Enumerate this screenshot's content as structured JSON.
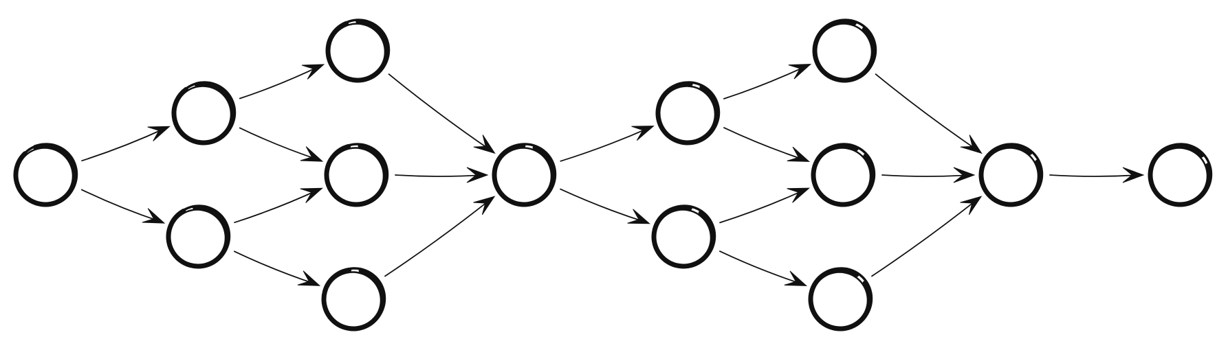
{
  "diagram": {
    "type": "directed-graph",
    "style": "hand-drawn",
    "colors": {
      "ink": "#111111",
      "background": "#ffffff"
    },
    "nodes": [
      {
        "id": "n1"
      },
      {
        "id": "n2"
      },
      {
        "id": "n3"
      },
      {
        "id": "n4"
      },
      {
        "id": "n5"
      },
      {
        "id": "n6"
      },
      {
        "id": "n7"
      },
      {
        "id": "n8"
      },
      {
        "id": "n9"
      },
      {
        "id": "n10"
      },
      {
        "id": "n11"
      },
      {
        "id": "n12"
      },
      {
        "id": "n13"
      },
      {
        "id": "n14"
      },
      {
        "id": "n15"
      }
    ],
    "edges": [
      {
        "from": "n1",
        "to": "n2"
      },
      {
        "from": "n1",
        "to": "n3"
      },
      {
        "from": "n2",
        "to": "n4"
      },
      {
        "from": "n2",
        "to": "n5"
      },
      {
        "from": "n3",
        "to": "n5"
      },
      {
        "from": "n3",
        "to": "n6"
      },
      {
        "from": "n4",
        "to": "n7"
      },
      {
        "from": "n5",
        "to": "n7"
      },
      {
        "from": "n6",
        "to": "n7"
      },
      {
        "from": "n7",
        "to": "n8"
      },
      {
        "from": "n7",
        "to": "n9"
      },
      {
        "from": "n8",
        "to": "n10"
      },
      {
        "from": "n8",
        "to": "n11"
      },
      {
        "from": "n9",
        "to": "n11"
      },
      {
        "from": "n9",
        "to": "n12"
      },
      {
        "from": "n10",
        "to": "n13"
      },
      {
        "from": "n11",
        "to": "n13"
      },
      {
        "from": "n12",
        "to": "n13"
      },
      {
        "from": "n13",
        "to": "n14"
      }
    ]
  }
}
